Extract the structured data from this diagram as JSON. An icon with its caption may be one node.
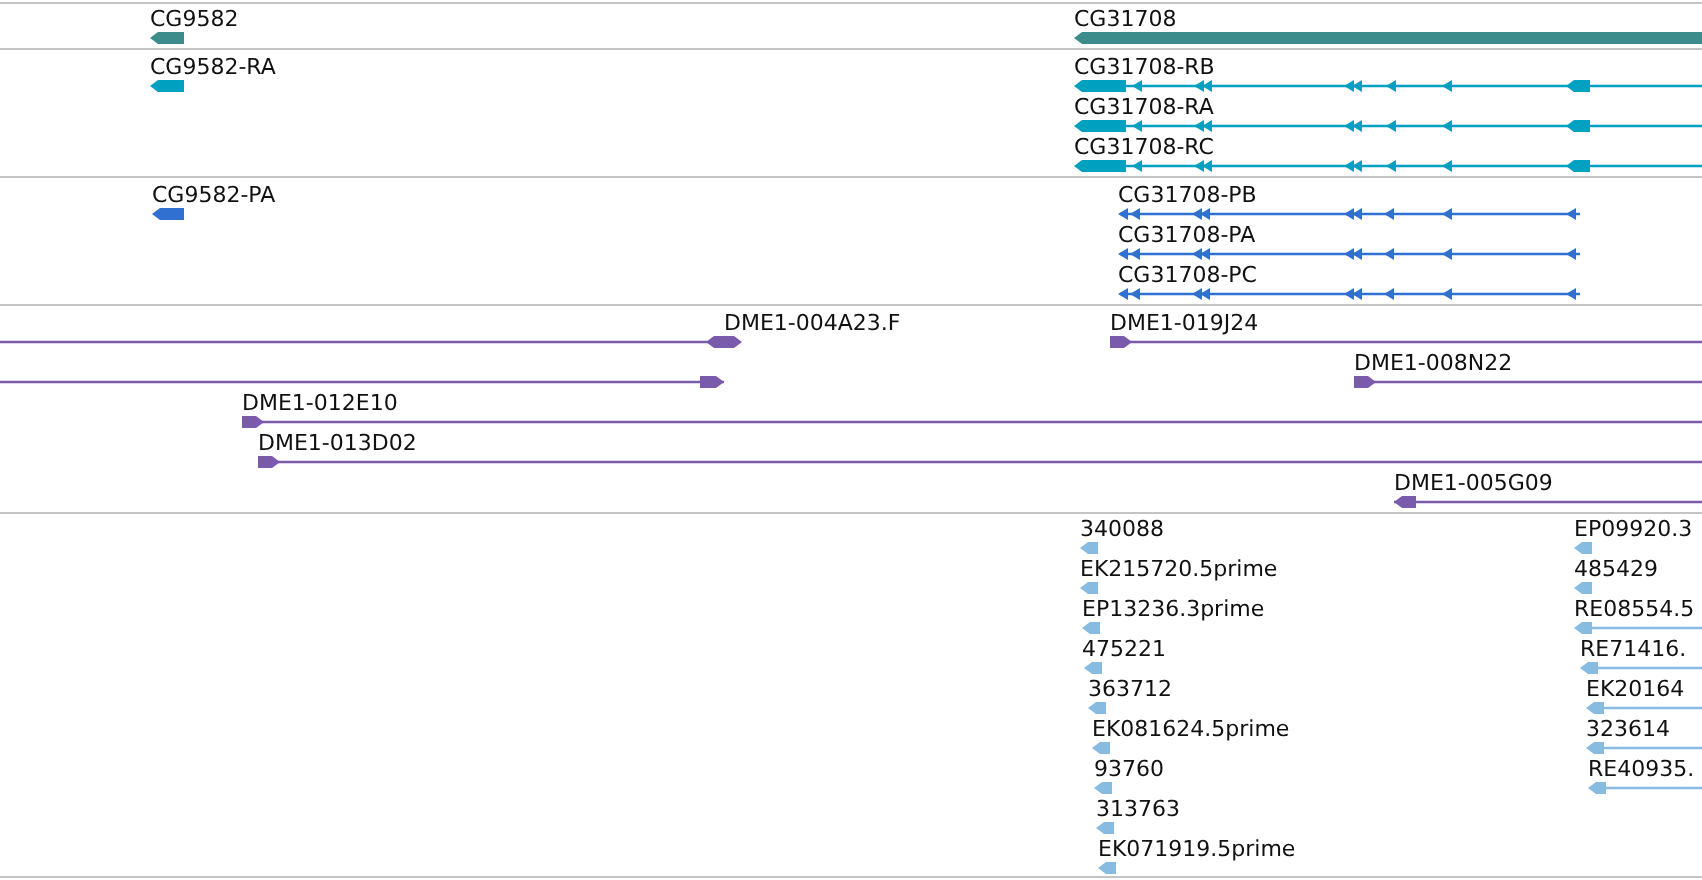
{
  "diagram": {
    "labels": [
      "CG9582",
      "CG31708",
      "CG9582-RA",
      "CG31708-RB",
      "CG31708-RA",
      "CG31708-RC",
      "CG9582-PA",
      "CG31708-PB",
      "CG31708-PA",
      "CG31708-PC",
      "DME1-004A23.F",
      "DME1-019J24",
      "DME1-008N22",
      "DME1-012E10",
      "DME1-013D02",
      "DME1-005G09",
      "340088",
      "EP09920.3",
      "EK215720.5prime",
      "485429",
      "EP13236.3prime",
      "RE08554.5",
      "475221",
      "RE71416.",
      "363712",
      "EK20164",
      "EK081624.5prime",
      "323614",
      "93760",
      "RE40935.",
      "313763",
      "EK071919.5prime"
    ]
  }
}
